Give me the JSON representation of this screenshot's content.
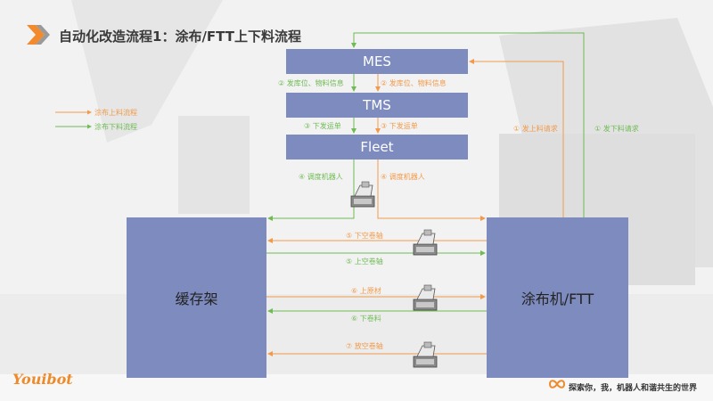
{
  "title": "自动化改造流程1：涂布/FTT上下料流程",
  "legend": {
    "feed": "涂布上料流程",
    "unload": "涂布下料流程"
  },
  "colors": {
    "orange": "#f19a4a",
    "green": "#6fbb54",
    "box": "#7e8bbf",
    "logo": "#ef8a2a"
  },
  "systems": {
    "mes": "MES",
    "tms": "TMS",
    "fleet": "Fleet"
  },
  "nodes": {
    "buffer": "缓存架",
    "coater": "涂布机/FTT"
  },
  "labels": {
    "mes_tms_green": "② 发库位、物料信息",
    "mes_tms_orange": "② 发库位、物料信息",
    "tms_fleet_green": "③ 下发运单",
    "tms_fleet_orange": "③ 下发运单",
    "dispatch_green": "④ 调度机器人",
    "dispatch_orange": "④ 调度机器人",
    "feed_request": "① 发上料请求",
    "unload_request": "① 发下料请求",
    "step5_orange": "⑤ 下空卷轴",
    "step5_green": "⑤ 上空卷轴",
    "step6_orange": "⑥ 上原材",
    "step6_green": "⑥ 下卷料",
    "step7_orange": "⑦ 放空卷轴"
  },
  "brand": {
    "logo": "Youibot",
    "slogan": "探索你，我，机器人和谐共生的世界"
  },
  "icons": [
    "chevron-icon",
    "robot-icon",
    "infinity-icon"
  ]
}
